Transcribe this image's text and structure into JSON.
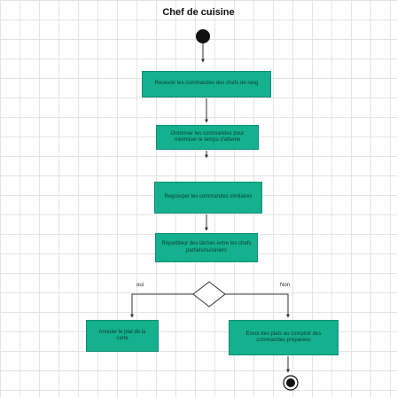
{
  "lane": {
    "title": "Chef de cuisine"
  },
  "nodes": {
    "step1": "Recevoir les commandes des chefs de rang",
    "step2": "Ordonner les commandes pour minimiser le temps d'attente",
    "step3": "Regrouper les commandes similaires",
    "step4": "Répartiteur des tâches entre les chefs partiels/cuisiniers",
    "no_branch": "Annuler le plat de la carte",
    "yes_branch": "Envoi des plats au comptoir des commandes préparées"
  },
  "decision": {
    "label_left": "oui",
    "label_right": "Non"
  },
  "colors": {
    "activity_fill": "#15b08e",
    "activity_border": "#0e8f72",
    "line": "#333333"
  }
}
